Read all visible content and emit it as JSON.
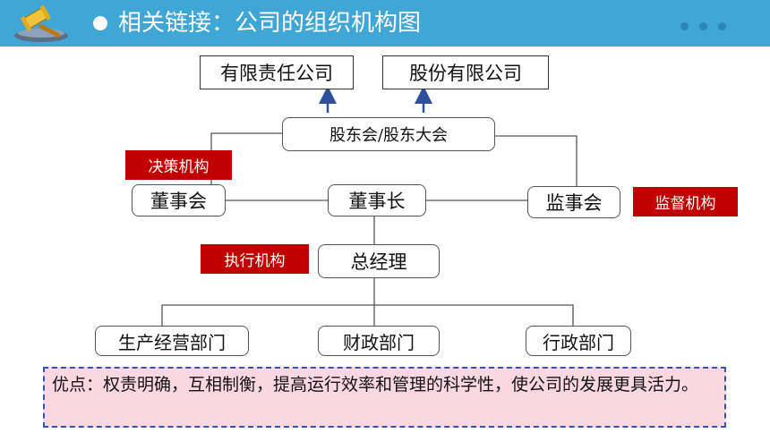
{
  "header": {
    "title": "相关链接：公司的组织机构图"
  },
  "diagram": {
    "company_types": [
      "有限责任公司",
      "股份有限公司"
    ],
    "shareholders": "股东会/股东大会",
    "board": "董事会",
    "chairman": "董事长",
    "supervisors": "监事会",
    "general_manager": "总经理",
    "departments": [
      "生产经营部门",
      "财政部门",
      "行政部门"
    ],
    "labels": {
      "decision": "决策机构",
      "supervision": "监督机构",
      "execution": "执行机构"
    }
  },
  "note": {
    "text": "优点：权责明确，互相制衡，提高运行效率和管理的科学性，使公司的发展更具活力。"
  },
  "colors": {
    "header_bg": "#3fa6d6",
    "tag_red": "#c00000",
    "arrow_blue": "#2f4f9a",
    "note_bg": "#fbd7e2"
  }
}
